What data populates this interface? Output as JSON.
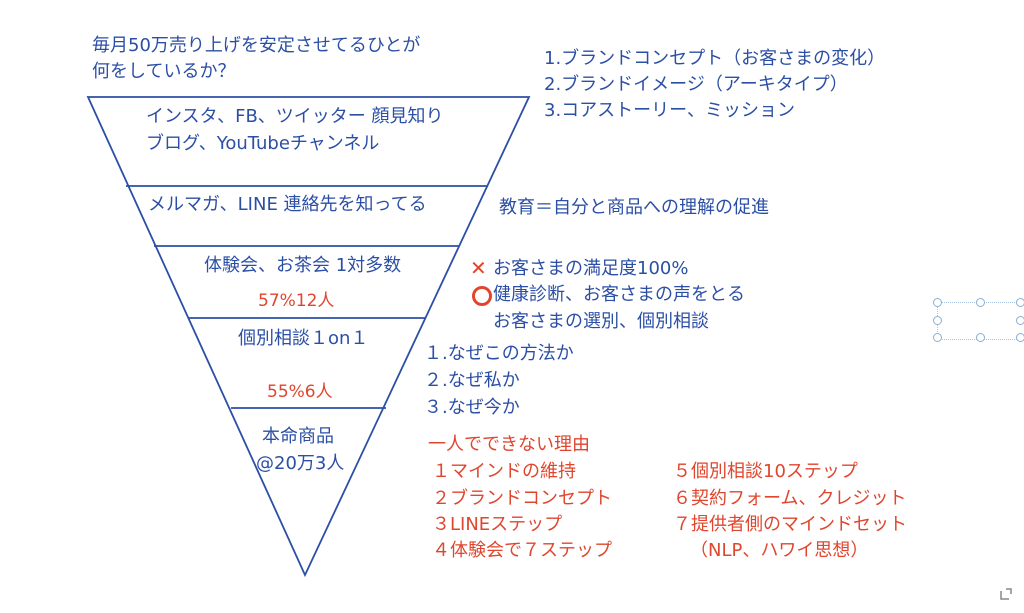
{
  "title": {
    "line1": "毎月50万売り上げを安定させてるひとが",
    "line2": "何をしているか？"
  },
  "funnel": {
    "level1": {
      "line1": "インスタ、FB、ツイッター  顔見知り",
      "line2": "ブログ、YouTubeチャンネル"
    },
    "level2": {
      "line1": "メルマガ、LINE 連絡先を知ってる"
    },
    "level3": {
      "line1": "体験会、お茶会 1対多数",
      "rate": "57%12人"
    },
    "level4": {
      "line1": "個別相談１on１",
      "rate": "55%6人"
    },
    "level5": {
      "line1": "本命商品",
      "line2": "@20万3人"
    }
  },
  "brand_list": [
    "1.ブランドコンセプト（お客さまの変化）",
    "2.ブランドイメージ（アーキタイプ）",
    "3.コアストーリー、ミッション"
  ],
  "education": "教育＝自分と商品への理解の促進",
  "satisfaction": {
    "bad": "お客さまの満足度100%",
    "good": "健康診断、お客さまの声をとる",
    "good2": "お客さまの選別、個別相談"
  },
  "why_list": [
    "１.なぜこの方法か",
    "２.なぜ私か",
    "３.なぜ今か"
  ],
  "reasons": {
    "heading": "一人でできない理由",
    "left": [
      "１マインドの維持",
      "２ブランドコンセプト",
      "３LINEステップ",
      "４体験会で７ステップ"
    ],
    "right": [
      "５個別相談10ステップ",
      "６契約フォーム、クレジット",
      "７提供者側のマインドセット",
      "（NLP、ハワイ思想）"
    ]
  },
  "colors": {
    "blue": "#2c4fa6",
    "red": "#e0452e"
  }
}
